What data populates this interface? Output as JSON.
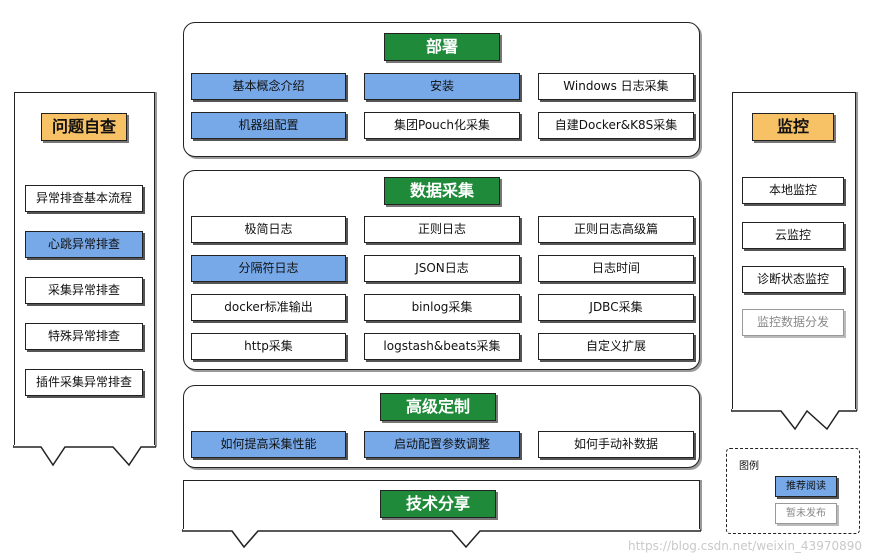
{
  "deploy": {
    "title": "部署",
    "items": [
      "基本概念介绍",
      "安装",
      "Windows 日志采集",
      "机器组配置",
      "集团Pouch化采集",
      "自建Docker&K8S采集"
    ]
  },
  "collect": {
    "title": "数据采集",
    "items": [
      "极简日志",
      "正则日志",
      "正则日志高级篇",
      "分隔符日志",
      "JSON日志",
      "日志时间",
      "docker标准输出",
      "binlog采集",
      "JDBC采集",
      "http采集",
      "logstash&beats采集",
      "自定义扩展"
    ]
  },
  "advanced": {
    "title": "高级定制",
    "items": [
      "如何提高采集性能",
      "启动配置参数调整",
      "如何手动补数据"
    ]
  },
  "tech": {
    "title": "技术分享"
  },
  "selfcheck": {
    "title": "问题自查",
    "items": [
      "异常排查基本流程",
      "心跳异常排查",
      "采集异常排查",
      "特殊异常排查",
      "插件采集异常排查"
    ]
  },
  "monitor": {
    "title": "监控",
    "items": [
      "本地监控",
      "云监控",
      "诊断状态监控",
      "监控数据分发"
    ]
  },
  "legend": {
    "label": "图例",
    "recommended": "推荐阅读",
    "unpublished": "暂未发布"
  },
  "watermark": "https://blog.csdn.net/weixin_43970890",
  "colors": {
    "recommended": "#77a8e8",
    "title_green": "#1f8b3a",
    "title_orange": "#f7c165",
    "unpublished_text": "#888888"
  }
}
